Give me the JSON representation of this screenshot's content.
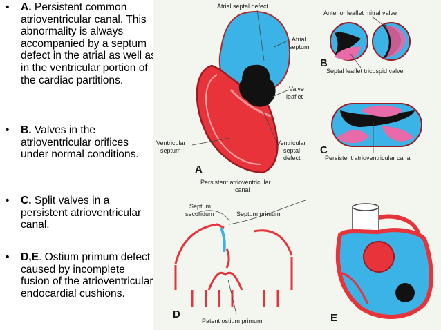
{
  "bullets": [
    {
      "marker": "•",
      "lead": "A.",
      "text": " Persistent common atrioventricular canal. This abnormality is always accompanied by a septum defect in the atrial as well as in the ventricular portion of the cardiac partitions."
    },
    {
      "marker": "•",
      "lead": "B.",
      "text": " Valves in the atrioventricular orifices under normal conditions."
    },
    {
      "marker": "•",
      "lead": "C.",
      "text": " Split valves in a persistent atrioventricular canal."
    },
    {
      "marker": "•",
      "lead": "D,E",
      "text": ". Ostium primum defect caused by incomplete fusion of the atrioventricular endocardial cushions."
    }
  ],
  "figure": {
    "labels": {
      "atrial_septal_defect": "Atrial septal defect",
      "atrial_septum_1": "Atrial",
      "atrial_septum_2": "septum",
      "valve_leaflet_1": "Valve",
      "valve_leaflet_2": "leaflet",
      "ventricular_septum_1": "Ventricular",
      "ventricular_septum_2": "septum",
      "ventricular_septal_defect_1": "Ventricular",
      "ventricular_septal_defect_2": "septal",
      "ventricular_septal_defect_3": "defect",
      "caption_a_1": "Persistent atrioventricular",
      "caption_a_2": "canal",
      "anterior_leaflet": "Anterior leaflet mitral valve",
      "septal_leaflet": "Septal leaflet tricuspid valve",
      "persistent_canal_c": "Persistent atrioventricular canal",
      "septum_secundum_1": "Septum",
      "septum_secundum_2": "secundum",
      "septum_primum": "Septum primum",
      "patent_ostium": "Patent ostium primum"
    },
    "panels": {
      "a": "A",
      "b": "B",
      "c": "C",
      "d": "D",
      "e": "E"
    },
    "colors": {
      "atrium_blue": "#3bb3e6",
      "ventricle_red": "#e8333b",
      "valve_pink": "#e86aa8",
      "black": "#111111",
      "background": "#f2f6ee"
    }
  }
}
